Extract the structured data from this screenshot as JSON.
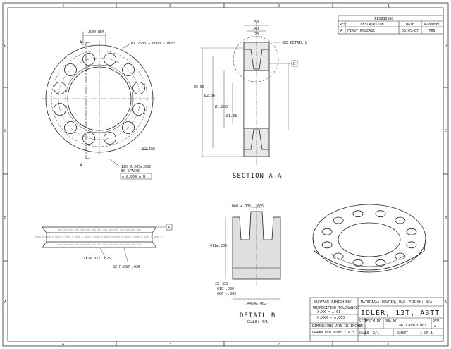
{
  "border": {
    "zone_columns": [
      "4",
      "3",
      "2",
      "1"
    ],
    "zone_rows": [
      "D",
      "C",
      "B",
      "A"
    ]
  },
  "revision_table": {
    "title": "REVISIONS",
    "headers": [
      "REV",
      "DESCRIPTION",
      "DATE",
      "APPROVED"
    ],
    "rows": [
      {
        "rev": "A",
        "description": "FIRST RELEASE",
        "date": "03/05/07",
        "approved": "TRB"
      }
    ]
  },
  "front_view": {
    "section_mark": "A",
    "dims": {
      "ref_width": ".500 REF",
      "center_bore": "Ø1.2500 +.0000 -.0005",
      "outer": "Ø2.688",
      "holes_note": "12X Ø.305±.002",
      "holes_spacing": "EQ SPACED",
      "position_frame": "⊕ Ø.004 A B"
    }
  },
  "section_view": {
    "title": "SECTION A-A",
    "detail_callout": "SEE DETAIL B",
    "datum": "B",
    "dims": {
      "top_1": ".50",
      "top_2": ".40",
      "top_3": ".20",
      "d1": "Ø2.50",
      "d2": "Ø2.06",
      "d3": "Ø1.880",
      "d4": "Ø1.33"
    }
  },
  "side_view": {
    "datum": "A",
    "dims": {
      "chamfer_1": "2X R.032 .025",
      "chamfer_2": "2X R.037 .025"
    }
  },
  "detail_b": {
    "title": "DETAIL B",
    "scale": "SCALE: 4/1",
    "dims": {
      "top": ".060 +.005 -.005",
      "height": ".472±.005",
      "bottom_1": "2X .03",
      "bottom_2": ".010 .000",
      "bottom_3": ".006 -.005",
      "width": ".4454±.002"
    }
  },
  "title_block": {
    "surface_finish": "SURFACE FINISH",
    "finish_value": "63/",
    "material": "MATERIAL: DELRIN, BLK",
    "finish": "FINISH: N/A",
    "tolerance_title": "UNSPECIFIED TOLERANCES",
    "tol_1": "X.XX = ±.01",
    "tol_2": "X.XXX = ±.003",
    "units": "DIMENSIONS ARE IN INCHES",
    "standard": "DRAWN PER ASME Y14.5",
    "part_title": "IDLER, 13T, ABTT",
    "size_label": "SIZE",
    "size_value": "A",
    "fscm_label": "FSCM NO.",
    "dwg_label": "DWG NO.",
    "dwg_value": "ABTT-0010-001",
    "rev_label": "REV",
    "rev_value": "A",
    "scale_label": "SCALE",
    "scale_value": "2/1",
    "sheet_label": "SHEET",
    "sheet_value": "1 OF 1"
  }
}
